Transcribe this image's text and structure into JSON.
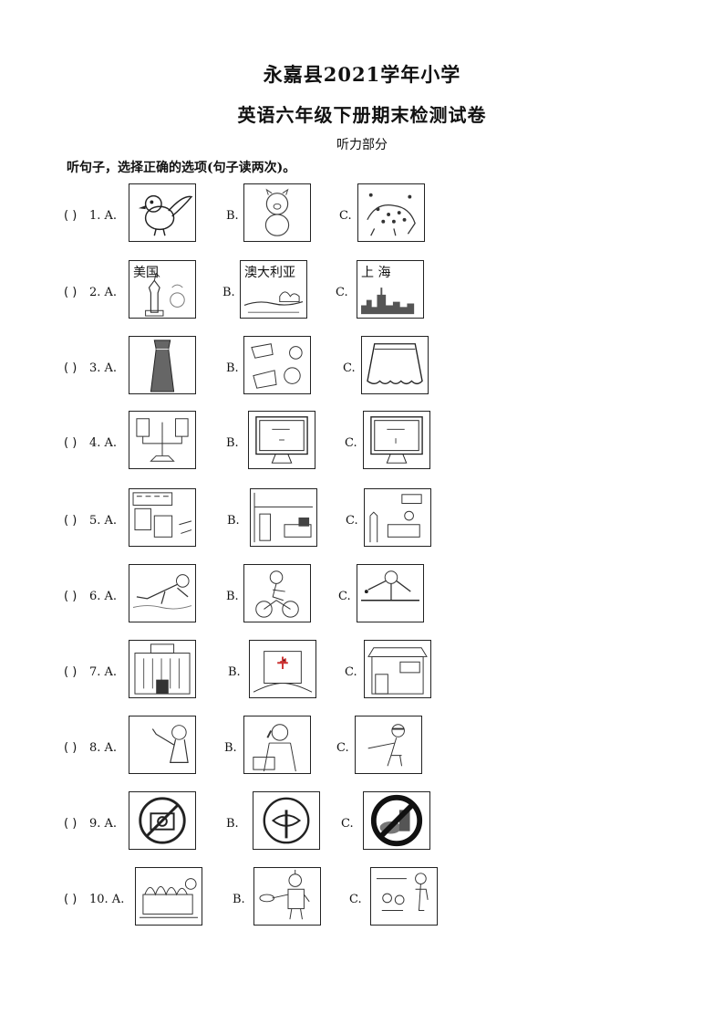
{
  "header": {
    "title_line1": "永嘉县2021学年小学",
    "title_line2": "英语六年级下册期末检测试卷",
    "section": "听力部分",
    "instruction": "听句子，选择正确的选项(句子读两次)。"
  },
  "paren": "(      )",
  "option_labels": {
    "b": "B.",
    "c": "C."
  },
  "questions": [
    {
      "num": "1. A.",
      "a": "bird-picture",
      "b": "pig-picture",
      "c": "leopard-picture"
    },
    {
      "num": "2. A.",
      "a": "usa-picture",
      "b": "australia-picture",
      "c": "shanghai-picture",
      "a_text": "美国",
      "b_text": "澳大利亚",
      "c_text": "上 海"
    },
    {
      "num": "3. A.",
      "a": "dress-picture",
      "b": "washing-picture",
      "c": "skirt-picture"
    },
    {
      "num": "4. A.",
      "a": "scale-picture",
      "b": "monitor-thursday-picture",
      "c": "monitor-wednesday-picture"
    },
    {
      "num": "5. A.",
      "a": "shop-picture",
      "b": "bedroom-picture",
      "c": "classroom-picture"
    },
    {
      "num": "6. A.",
      "a": "swimmer-picture",
      "b": "cyclist-picture",
      "c": "diver-picture"
    },
    {
      "num": "7. A.",
      "a": "post-office-picture",
      "b": "hospital-picture",
      "c": "bookstore-picture"
    },
    {
      "num": "8. A.",
      "a": "girl-pointing-picture",
      "b": "doctor-phone-picture",
      "c": "pilot-picture"
    },
    {
      "num": "9. A.",
      "a": "no-photo-sign-picture",
      "b": "quiet-sign-picture",
      "c": "no-food-sign-picture"
    },
    {
      "num": "10. A.",
      "a": "plants-picture",
      "b": "robot-cooking-picture",
      "c": "teacher-class-picture"
    }
  ]
}
